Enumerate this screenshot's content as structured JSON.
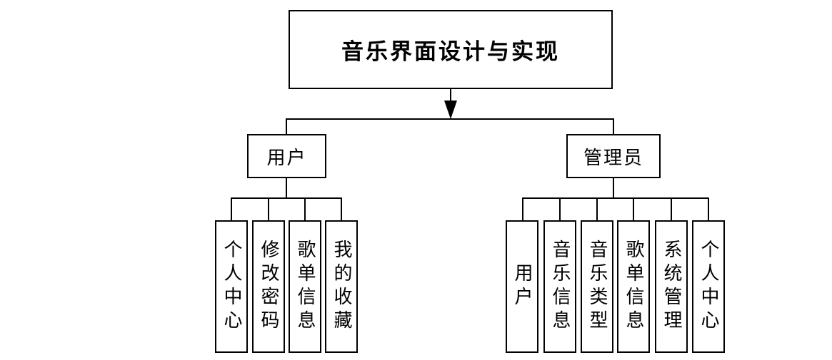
{
  "diagram": {
    "title": "音乐界面设计与实现",
    "root": {
      "label": "音乐界面设计与实现"
    },
    "branches": [
      {
        "label": "用户",
        "children": [
          "个人中心",
          "修改密码",
          "歌单信息",
          "我的收藏"
        ]
      },
      {
        "label": "管理员",
        "children": [
          "用户",
          "音乐信息",
          "音乐类型",
          "歌单信息",
          "系统管理",
          "个人中心"
        ]
      }
    ],
    "colors": {
      "background": "#ffffff",
      "box_fill": "#ffffff",
      "box_border": "#000000",
      "line": "#000000",
      "text": "#000000"
    }
  }
}
